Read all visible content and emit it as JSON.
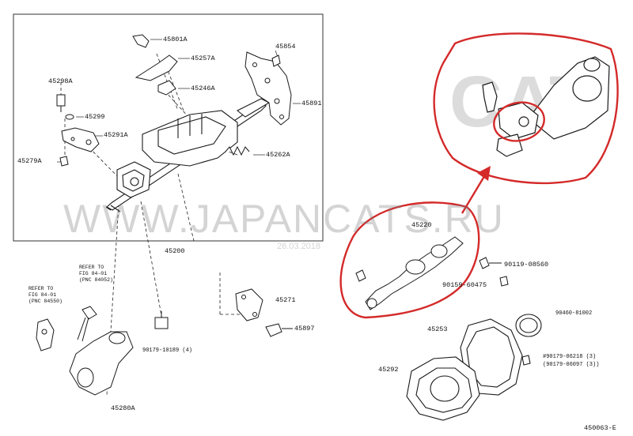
{
  "labels": {
    "p45801a": "45801A",
    "p45854": "45854",
    "p45257a": "45257A",
    "p45298a": "45298A",
    "p45246a": "45246A",
    "p45891": "45891",
    "p45299": "45299",
    "p45291a": "45291A",
    "p45262a": "45262A",
    "p45279a": "45279A",
    "p45200": "45200",
    "p45220": "45220",
    "p90119": "90119-08560",
    "p90159": "90159-60475",
    "p45271": "45271",
    "p45897": "45897",
    "p90179a": "90179-10189 (4)",
    "p45280a": "45280A",
    "p45253": "45253",
    "p90460": "90460-81002",
    "p90179b": "#90179-06218 (3)",
    "p90179c": "(90179-06097 (3))",
    "p45292": "45292",
    "diagram_id": "450063-E"
  },
  "refer1": [
    "REFER TO",
    "FIG 84-01",
    "(PNC 84052)"
  ],
  "refer2": [
    "REFER TO",
    "FIG 84-01",
    "(PNC 84550)"
  ],
  "watermark": {
    "main": "WWW.JAPANCATS.RU",
    "date": "26.03.2018",
    "corner": "CAT"
  },
  "colors": {
    "ink": "#1a1a1a",
    "highlight": "#d42a2a",
    "frame": "#333333"
  }
}
